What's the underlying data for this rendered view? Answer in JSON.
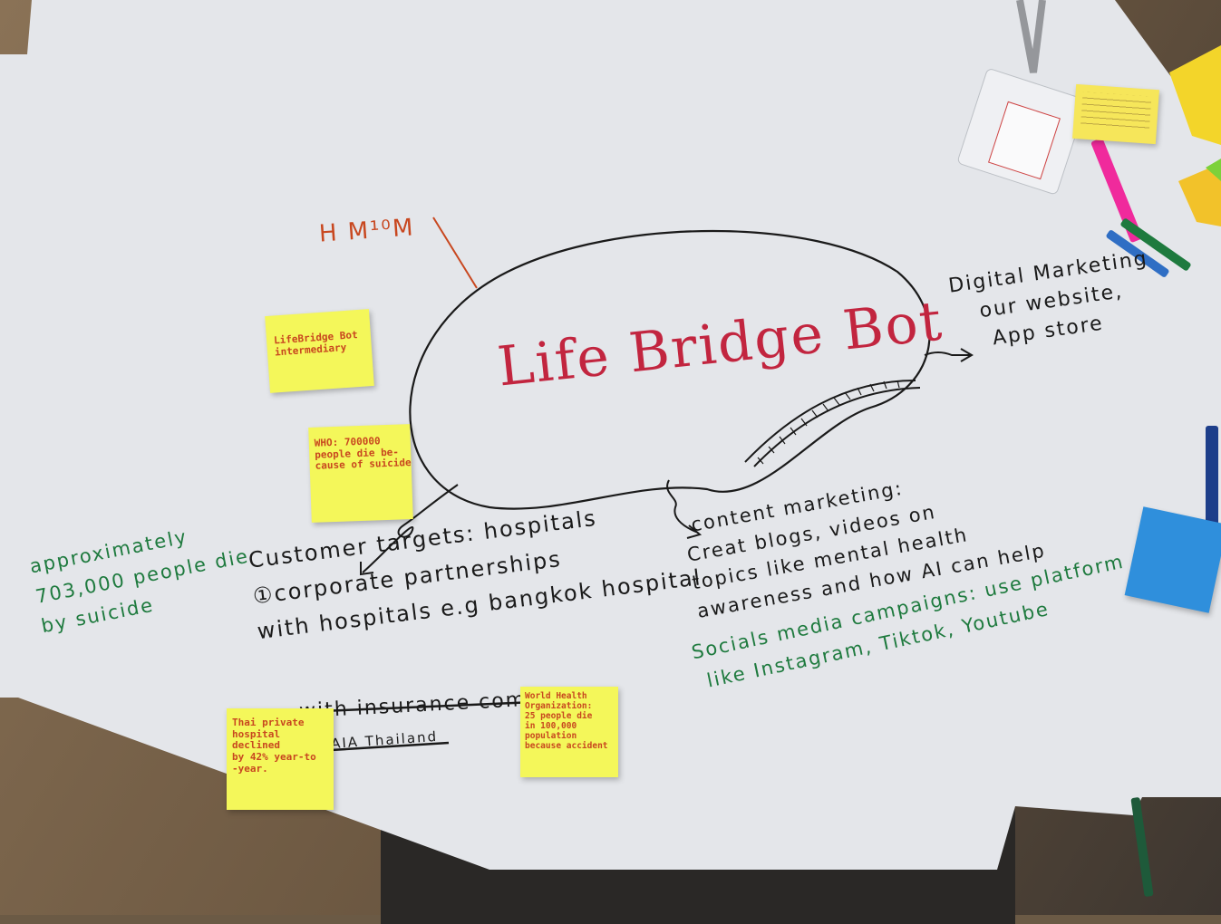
{
  "board": {
    "top_label": "H M¹⁰M",
    "center_title": "Life Bridge Bot",
    "right_branch": [
      "Digital Marketing",
      "our website,",
      "App store"
    ],
    "customer_targets": [
      "Customer targets: hospitals",
      "①corporate partnerships",
      "with hospitals e.g bangkok hospital"
    ],
    "insurance_line": "with insurance company",
    "aia_line": "AIA Thailand",
    "content_marketing": [
      "content marketing:",
      "Creat blogs, videos on",
      "topics like mental health",
      "awareness  and how AI can help"
    ],
    "social_media": [
      "Socials media campaigns: use platform",
      "like Instagram, Tiktok, Youtube"
    ],
    "approx_note": [
      "approximately",
      "703,000 people die",
      "by suicide"
    ]
  },
  "sticky_notes": {
    "intermediary": "LifeBridge Bot\nintermediary",
    "who_stat": "WHO: 700000\npeople die be-\ncause of suicide",
    "thai_hospital": "Thai private\nhospital declined\nby 42% year-to\n-year.",
    "world_health": "World Health\nOrganization:\n25 people die\nin 100,000 population\nbecause accident"
  },
  "colors": {
    "whiteboard": "#e4e6ea",
    "sticky_yellow": "#f4f75a",
    "sticky_blue": "#2f8fdc",
    "marker_black": "#1a1a1a",
    "marker_red": "#c2253f",
    "marker_green": "#1e7a3e",
    "marker_orange": "#c8471f"
  }
}
